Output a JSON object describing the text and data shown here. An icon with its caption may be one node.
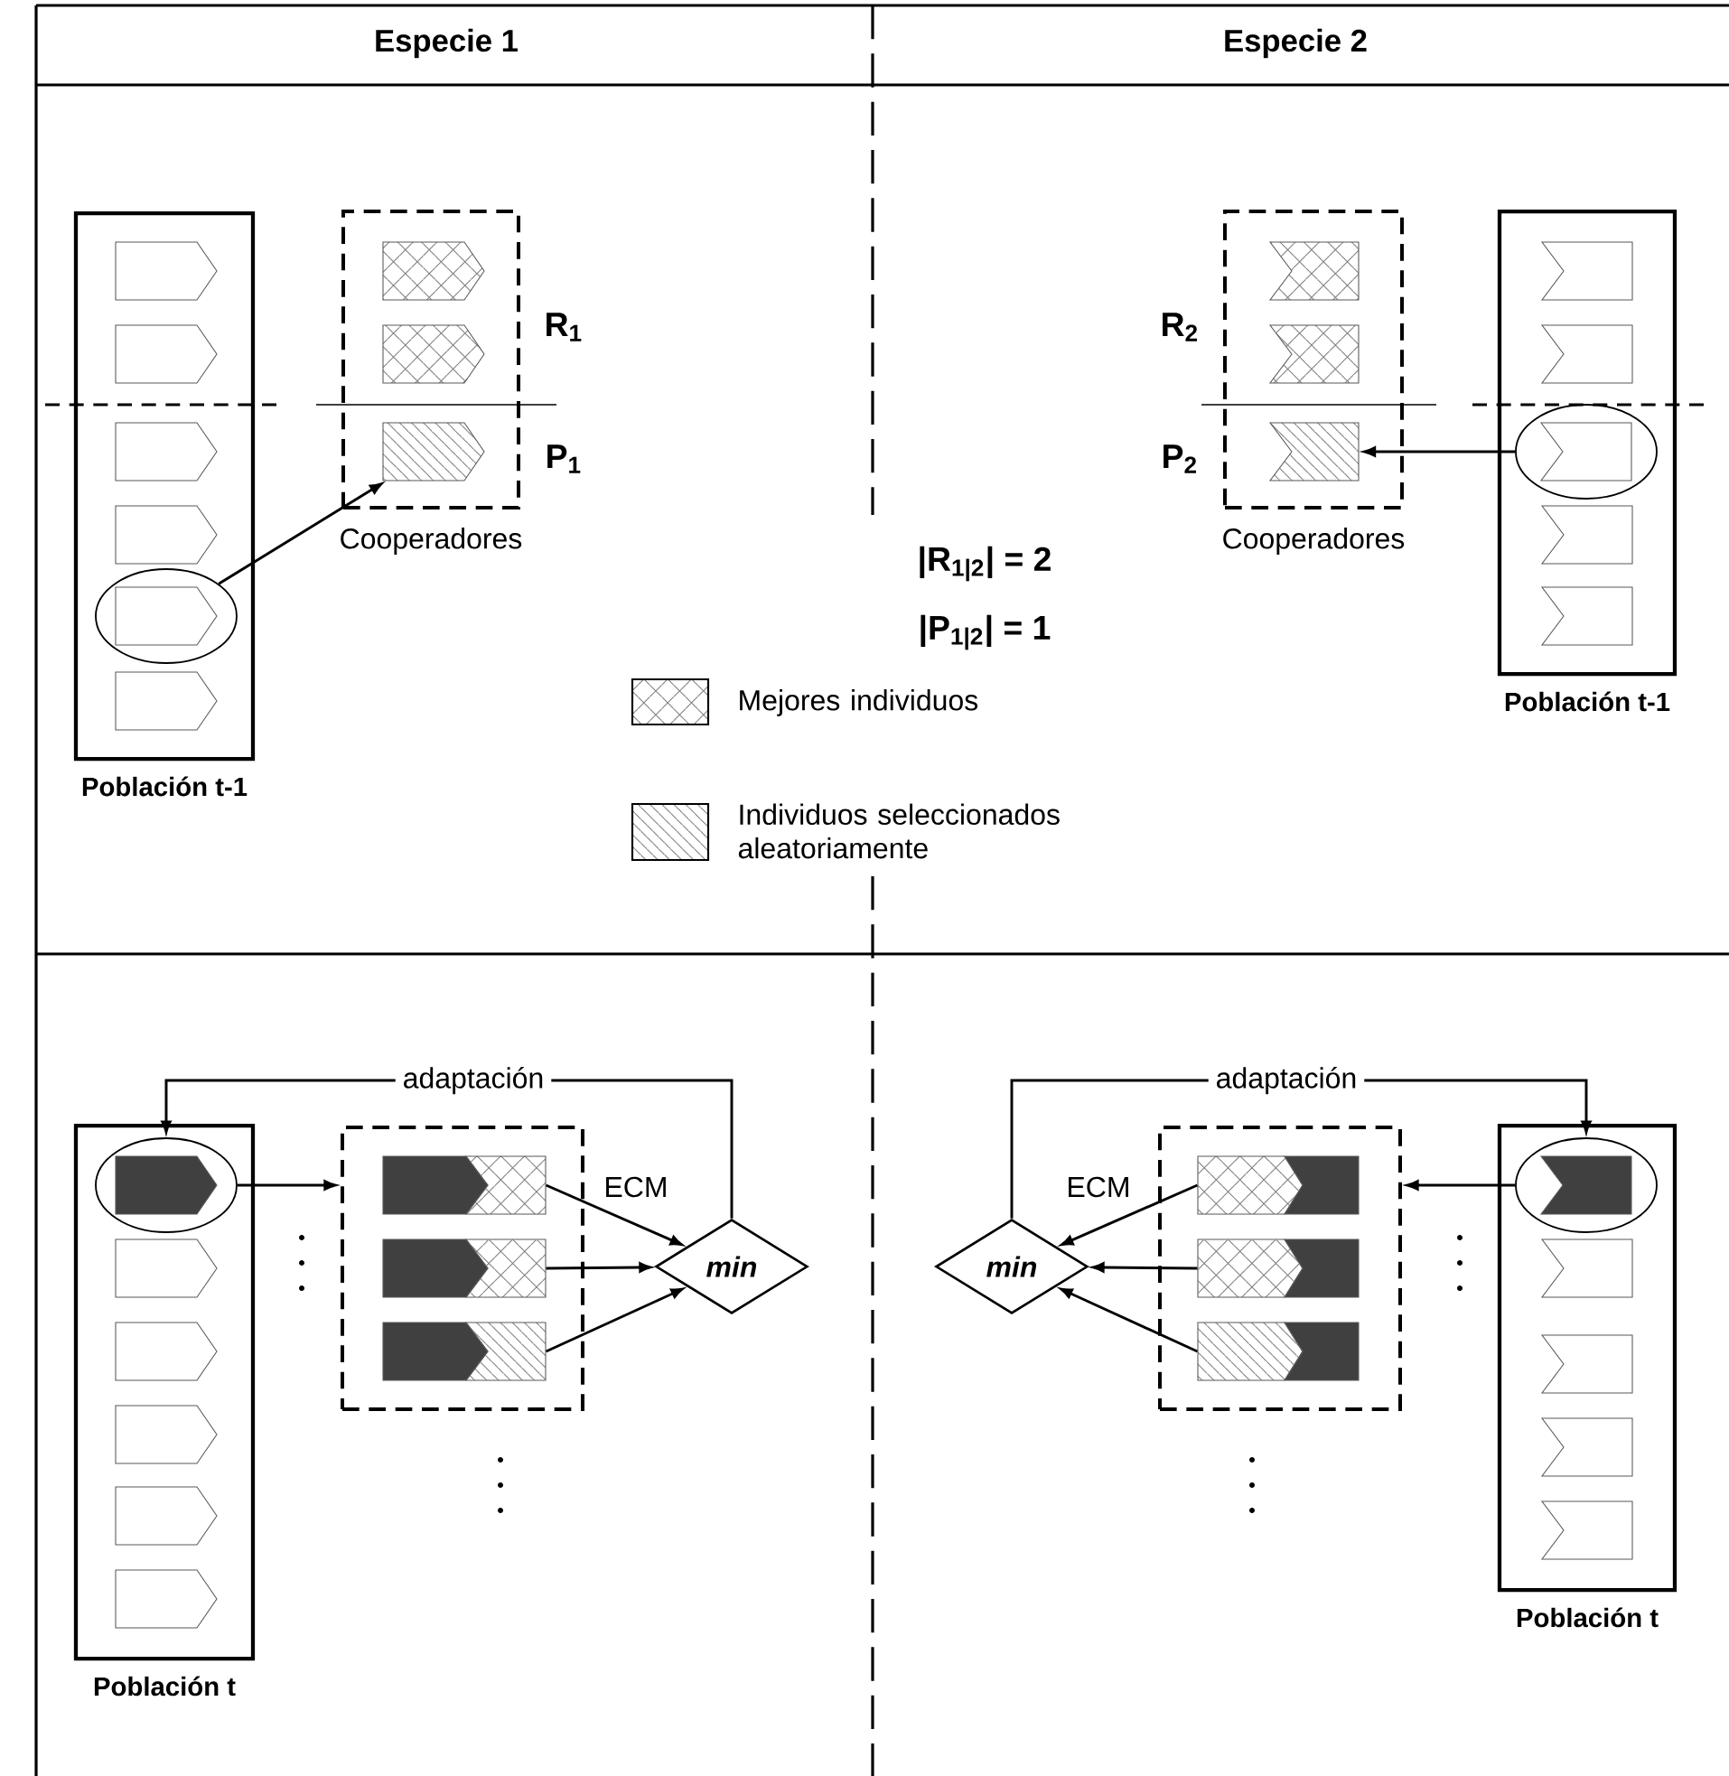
{
  "diagram": {
    "nodes": [
      {
        "text": [
          "Población t-1"
        ]
      },
      {
        "text": [],
        "shape": "ellipse",
        "in": 0
      },
      {
        "text": [
          "Cooperadores"
        ]
      },
      {
        "text": [],
        "shape": "pentagon",
        "in": 2
      },
      {
        "text": [],
        "shape": "pentagon",
        "in": 2
      },
      {
        "text": [],
        "shape": "pentagon",
        "in": 2
      },
      {
        "text": [
          "Cooperadores"
        ]
      },
      {
        "text": [],
        "shape": "pentagon",
        "in": 6
      },
      {
        "text": [],
        "shape": "pentagon",
        "in": 6
      },
      {
        "text": [],
        "shape": "pentagon",
        "in": 6
      },
      {
        "text": [
          "Población t-1"
        ]
      },
      {
        "text": [],
        "shape": "ellipse",
        "in": 10
      },
      {
        "text": [
          "Población t"
        ]
      },
      {
        "text": [],
        "shape": "ellipse",
        "in": 12
      },
      {
        "text": [],
        "shape": "box"
      },
      {
        "text": [],
        "shape": "bar",
        "in": 14
      },
      {
        "text": [],
        "shape": "bar",
        "in": 14
      },
      {
        "text": [],
        "shape": "bar",
        "in": 14
      },
      {
        "text": [
          "min"
        ]
      },
      {
        "text": [],
        "shape": "box"
      },
      {
        "text": [],
        "shape": "bar",
        "in": 19
      },
      {
        "text": [],
        "shape": "bar",
        "in": 19
      },
      {
        "text": [],
        "shape": "bar",
        "in": 19
      },
      {
        "text": [
          "min"
        ]
      },
      {
        "text": [
          "Población t"
        ]
      },
      {
        "text": [],
        "shape": "ellipse",
        "in": 24
      }
    ],
    "edges": [
      {
        "from": 1,
        "to": 5,
        "arrow": "to"
      },
      {
        "from": 11,
        "to": 9,
        "arrow": "to"
      },
      {
        "from": 13,
        "to": 14,
        "arrow": "to"
      },
      {
        "from": 15,
        "to": 18,
        "arrow": "to",
        "label": "ECM"
      },
      {
        "from": 16,
        "to": 18,
        "arrow": "to"
      },
      {
        "from": 17,
        "to": 18,
        "arrow": "to"
      },
      {
        "from": 18,
        "to": 13,
        "arrow": "to",
        "label": "adaptación"
      },
      {
        "from": 25,
        "to": 19,
        "arrow": "to"
      },
      {
        "from": 20,
        "to": 23,
        "arrow": "to",
        "label": "ECM"
      },
      {
        "from": 21,
        "to": 23,
        "arrow": "to"
      },
      {
        "from": 22,
        "to": 23,
        "arrow": "to"
      },
      {
        "from": 23,
        "to": 25,
        "arrow": "to",
        "label": "adaptación"
      }
    ],
    "labels": [
      "Especie 1",
      "Especie 2",
      "R$_{1}$",
      "P$_{1}$",
      "R$_{2}$",
      "P$_{2}$",
      "|R$_{1|2}$| = 2",
      "|P$_{1|2}$| = 1"
    ],
    "legend": [
      {
        "text": "Mejores individuos"
      },
      {
        "text": "Individuos seleccionados aleatoriamente"
      }
    ]
  }
}
